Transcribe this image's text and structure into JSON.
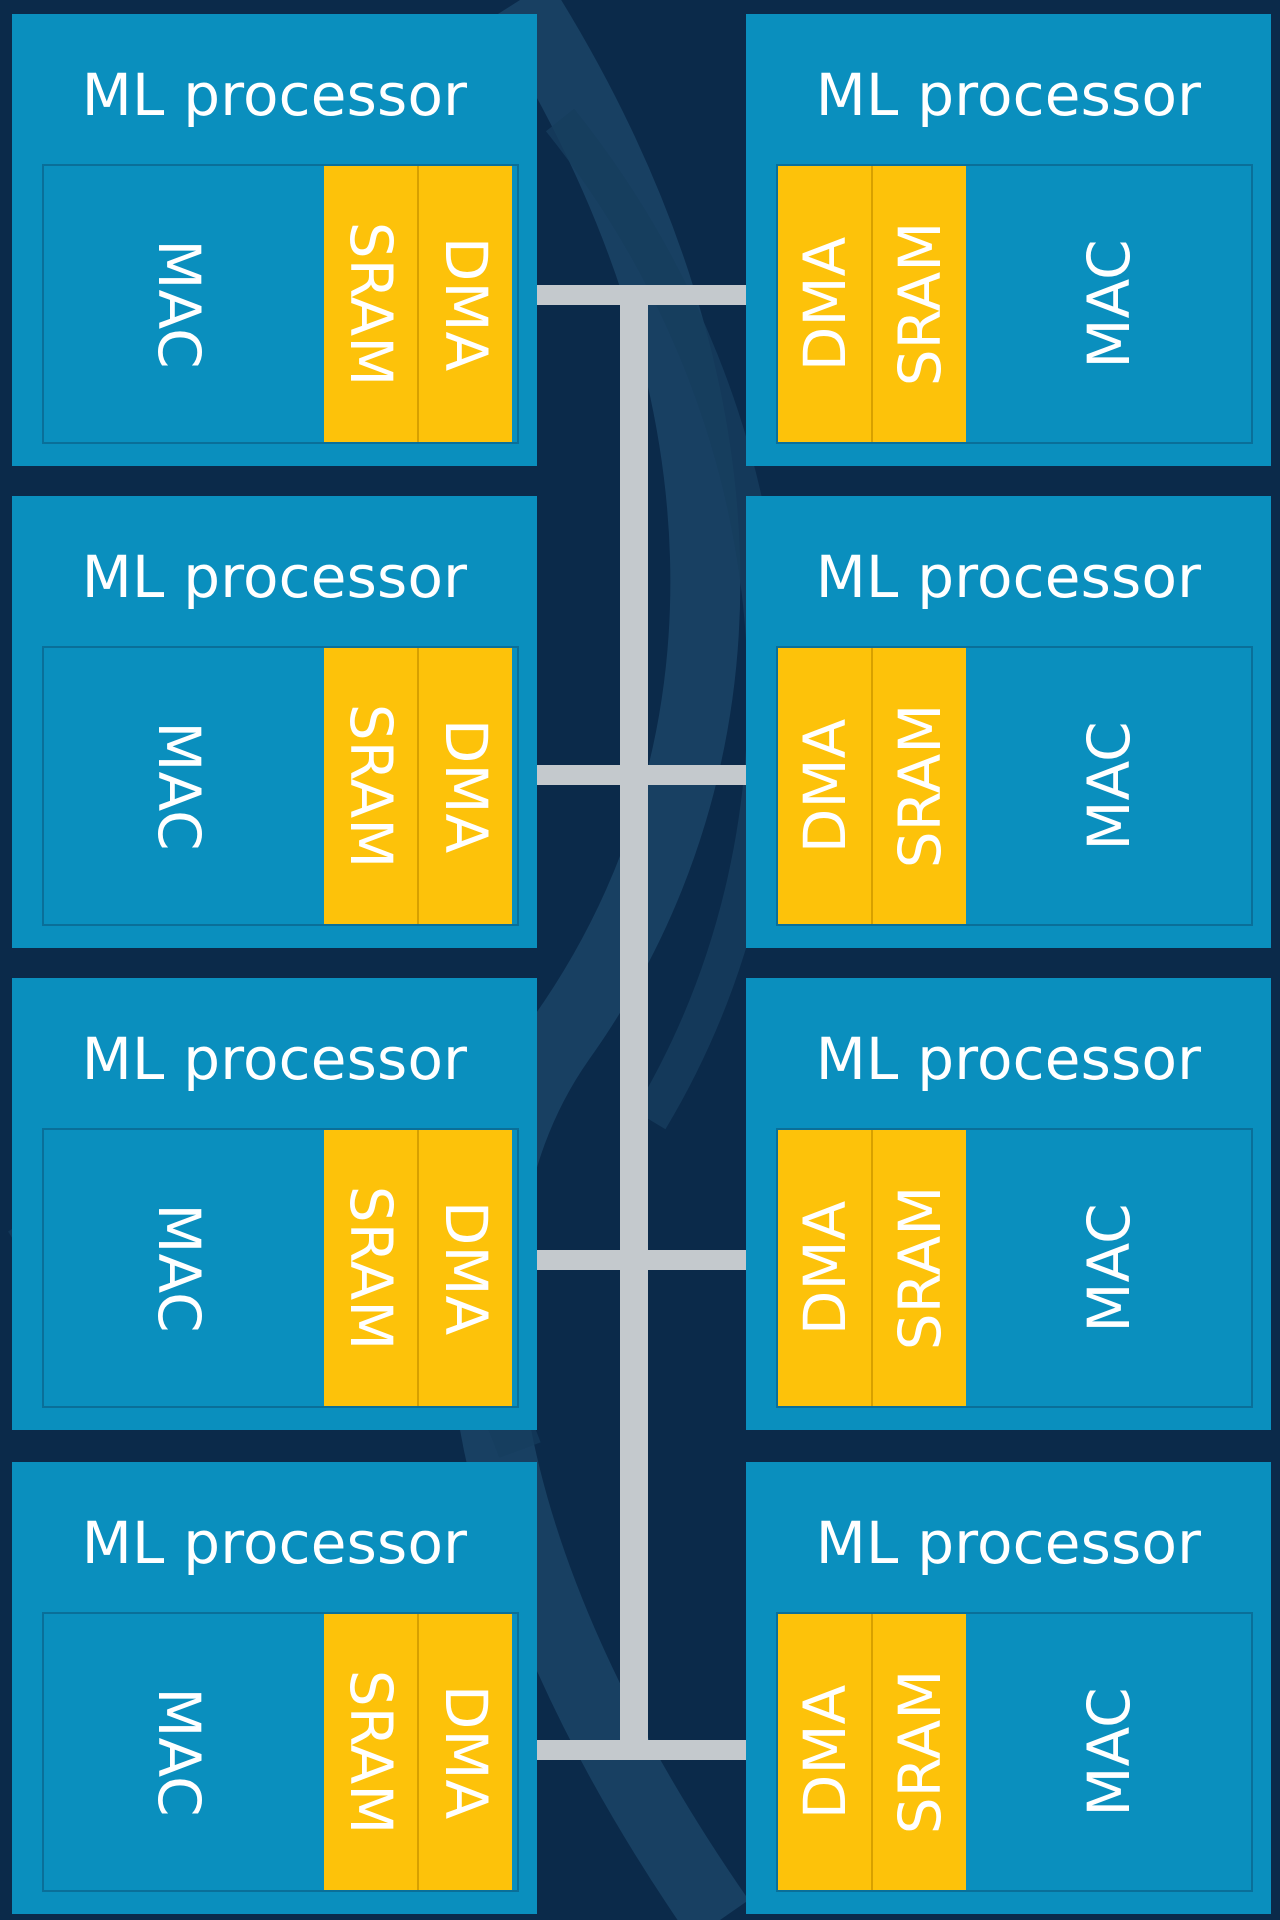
{
  "processors": [
    {
      "title": "ML processor",
      "mac": "MAC",
      "sram": "SRAM",
      "dma": "DMA"
    },
    {
      "title": "ML processor",
      "mac": "MAC",
      "sram": "SRAM",
      "dma": "DMA"
    },
    {
      "title": "ML processor",
      "mac": "MAC",
      "sram": "SRAM",
      "dma": "DMA"
    },
    {
      "title": "ML processor",
      "mac": "MAC",
      "sram": "SRAM",
      "dma": "DMA"
    },
    {
      "title": "ML processor",
      "mac": "MAC",
      "sram": "SRAM",
      "dma": "DMA"
    },
    {
      "title": "ML processor",
      "mac": "MAC",
      "sram": "SRAM",
      "dma": "DMA"
    },
    {
      "title": "ML processor",
      "mac": "MAC",
      "sram": "SRAM",
      "dma": "DMA"
    },
    {
      "title": "ML processor",
      "mac": "MAC",
      "sram": "SRAM",
      "dma": "DMA"
    }
  ],
  "colors": {
    "background": "#0b2a4a",
    "processor": "#0a8fbe",
    "memory_block": "#fdc20a",
    "interconnect": "#c4c9cd",
    "text": "#ffffff"
  }
}
